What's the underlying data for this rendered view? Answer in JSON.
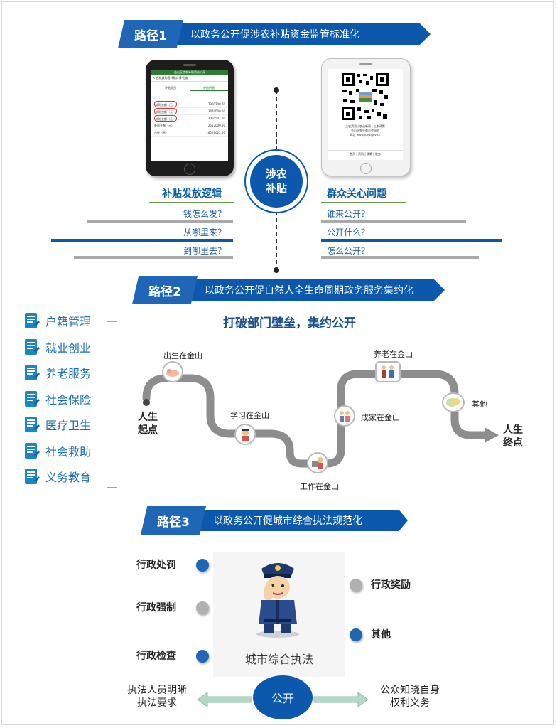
{
  "path1": {
    "tag": "路径1",
    "title": "以政务公开促涉农补贴资金监管标准化"
  },
  "center_badge": {
    "line1": "涉农",
    "line2": "补贴"
  },
  "phone_left": {
    "header": "金山区涉农补贴资金公开",
    "subheader": "< 农机具购置补贴详情-总额",
    "tab1": "补贴项目",
    "tab2": "补贴明细",
    "rows": [
      {
        "label": "补贴金额（元）",
        "value": "7900200.00"
      },
      {
        "label": "补贴金额（元）",
        "value": "3440000.00"
      },
      {
        "label": "补贴金额（元）",
        "value": "3060501.00"
      },
      {
        "label": "补贴金额（元）",
        "value": "2652000.00"
      },
      {
        "label": "合计（元）",
        "value": "16028022.00"
      }
    ]
  },
  "phone_right": {
    "line1": "三农资讯 | 农业新闻 | 三农政策",
    "line2": "金山区农业委员会网站",
    "line3": "网址 www.jsnw.gov.cn",
    "footer": "首页 | 资讯 | 政策 | 服务"
  },
  "left_heading": "补贴发放逻辑",
  "right_heading": "群众关心问题",
  "left_questions": [
    "钱怎么发？",
    "从哪里来？",
    "到哪里去？"
  ],
  "right_questions": [
    "谁来公开？",
    "公开什么？",
    "怎么公开？"
  ],
  "path2": {
    "tag": "路径2",
    "title": "以政务公开促自然人全生命周期政务服务集约化"
  },
  "services": [
    "户籍管理",
    "就业创业",
    "养老服务",
    "社会保险",
    "医疗卫生",
    "社会救助",
    "义务教育"
  ],
  "life_title": "打破部门壁垒，集约公开",
  "life_start": {
    "line1": "人生",
    "line2": "起点"
  },
  "life_end": {
    "line1": "人生",
    "line2": "终点"
  },
  "stages": {
    "birth": "出生在金山",
    "study": "学习在金山",
    "work": "工作在金山",
    "family": "成家在金山",
    "elder": "养老在金山",
    "other": "其他"
  },
  "path3": {
    "tag": "路径3",
    "title": "以政务公开促城市综合执法规范化"
  },
  "left_acts": [
    "行政处罚",
    "行政强制",
    "行政检查"
  ],
  "right_acts": [
    "行政奖励",
    "其他"
  ],
  "enforce_caption": "城市综合执法",
  "public_badge": "公开",
  "bottom_left": {
    "line1": "执法人员明晰",
    "line2": "执法要求"
  },
  "bottom_right": {
    "line1": "公众知晓自身",
    "line2": "权利义务"
  },
  "colors": {
    "primary": "#0b58ad",
    "accent": "#1f67b6",
    "gray": "#a9a9a9",
    "teal": "#1a6fb3"
  }
}
